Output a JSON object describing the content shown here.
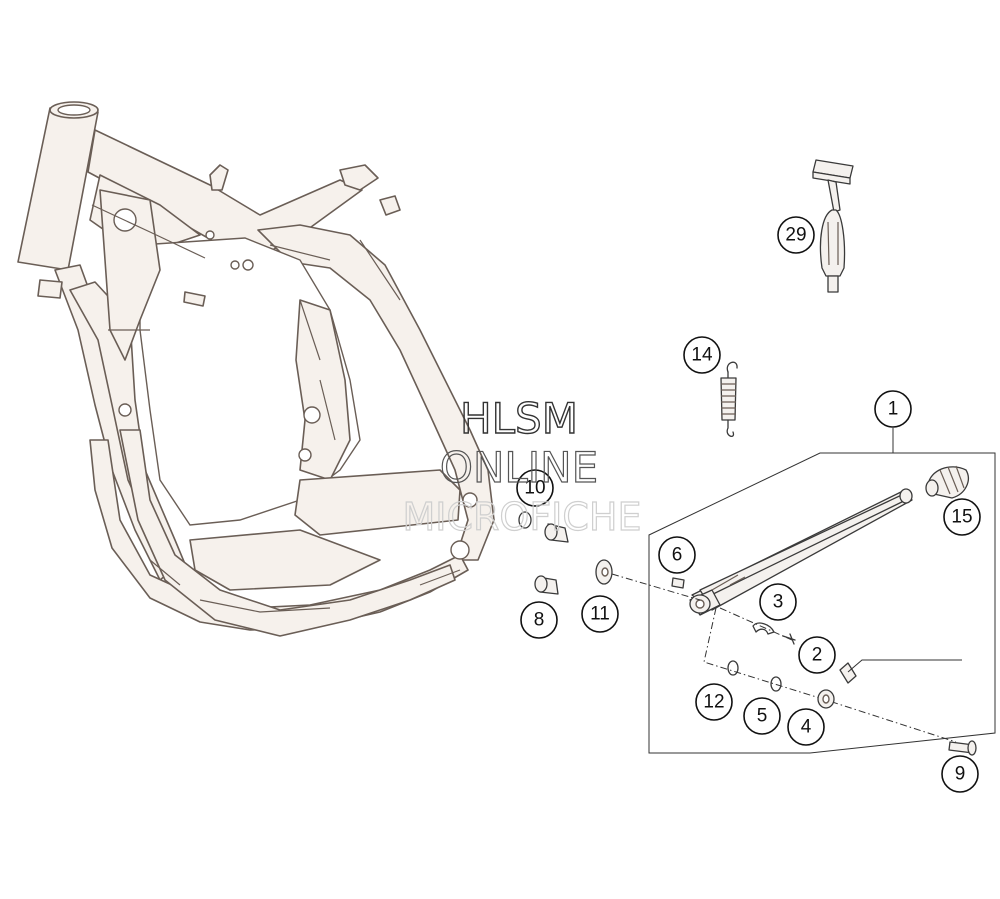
{
  "callouts": [
    {
      "id": "c1",
      "label": "1"
    },
    {
      "id": "c2",
      "label": "2"
    },
    {
      "id": "c3",
      "label": "3"
    },
    {
      "id": "c4",
      "label": "4"
    },
    {
      "id": "c5",
      "label": "5"
    },
    {
      "id": "c6",
      "label": "6"
    },
    {
      "id": "c8",
      "label": "8"
    },
    {
      "id": "c9",
      "label": "9"
    },
    {
      "id": "c10",
      "label": "10"
    },
    {
      "id": "c11",
      "label": "11"
    },
    {
      "id": "c12",
      "label": "12"
    },
    {
      "id": "c14",
      "label": "14"
    },
    {
      "id": "c15",
      "label": "15"
    },
    {
      "id": "c29",
      "label": "29"
    }
  ],
  "watermark": {
    "line1": "HLSM",
    "line2": "ONLINE",
    "line3": "MICROFICHE"
  },
  "colors": {
    "frame_outline": "#6a5e56",
    "part_outline": "#3a3a3a",
    "callout_stroke": "#111111",
    "watermark_dark": "#333333",
    "watermark_light": "#cfcfcf"
  }
}
